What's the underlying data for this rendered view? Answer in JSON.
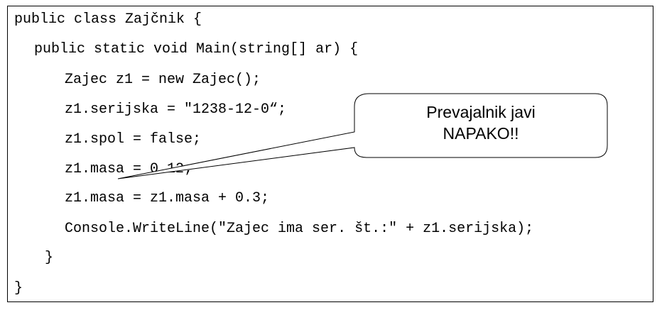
{
  "code": {
    "lines": [
      "public class Zajčnik {",
      "public static void Main(string[] ar) {",
      "Zajec z1 = new Zajec();",
      "z1.serijska = \"1238-12-0“;",
      "z1.spol = false;",
      "z1.masa = 0.12;",
      "z1.masa = z1.masa + 0.3;",
      "Console.WriteLine(\"Zajec ima ser. št.:\" + z1.serijska);",
      "}",
      "}"
    ]
  },
  "callout": {
    "line1": "Prevajalnik javi",
    "line2": "NAPAKO!!"
  }
}
